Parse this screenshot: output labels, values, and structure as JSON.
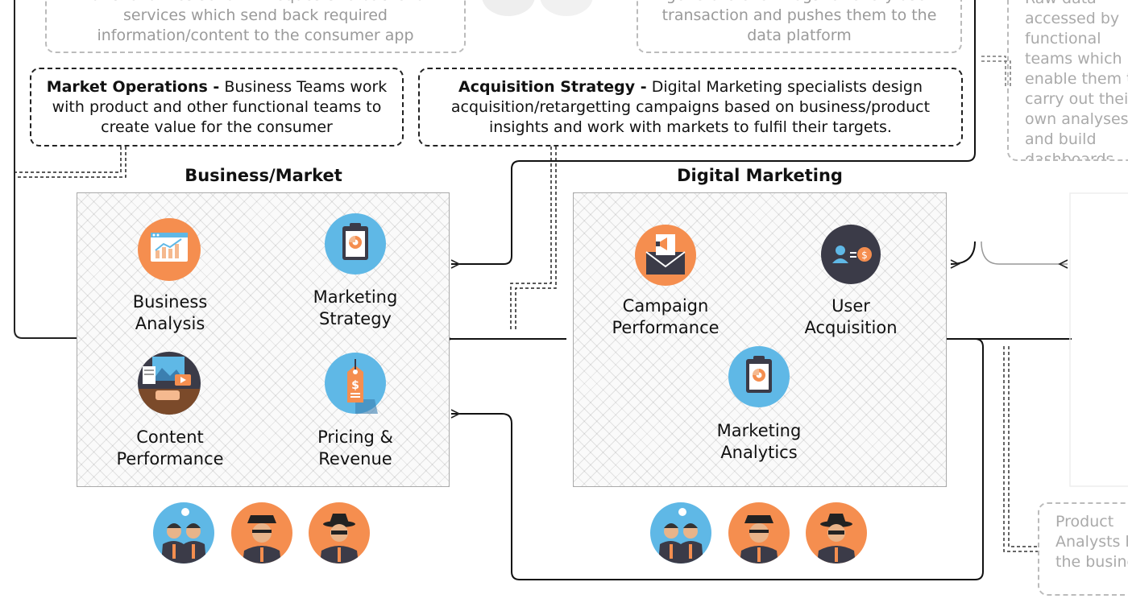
{
  "top_notes": {
    "left": "functionalities send API requests to backend services which send back required information/content to the consumer app",
    "middle": "generate event logs for every user transaction and pushes them to the data platform",
    "right": "Raw data accessed by functional teams which enable them to carry out their own analyses and build dashboards"
  },
  "market_ops": {
    "bold": "Market Operations -",
    "text": " Business Teams work with product and other functional teams to create value for the consumer"
  },
  "acq_strategy": {
    "bold": "Acquisition Strategy -",
    "text": " Digital Marketing specialists design acquisition/retargetting campaigns based on business/product insights and work with markets to fulfil their targets."
  },
  "business": {
    "title": "Business/Market",
    "items": [
      {
        "label_1": "Business",
        "label_2": "Analysis",
        "icon": "analytics-chart-icon"
      },
      {
        "label_1": "Marketing",
        "label_2": "Strategy",
        "icon": "clipboard-pie-icon"
      },
      {
        "label_1": "Content",
        "label_2": "Performance",
        "icon": "media-content-icon"
      },
      {
        "label_1": "Pricing &",
        "label_2": "Revenue",
        "icon": "price-tag-icon"
      }
    ]
  },
  "digital": {
    "title": "Digital Marketing",
    "items": [
      {
        "label_1": "Campaign",
        "label_2": "Performance",
        "icon": "megaphone-envelope-icon"
      },
      {
        "label_1": "User",
        "label_2": "Acquisition",
        "icon": "user-coin-icon"
      },
      {
        "label_1": "Marketing",
        "label_2": "Analytics",
        "icon": "clipboard-pie-icon"
      }
    ]
  },
  "bottom_right_note": "Product Analysts help the business",
  "colors": {
    "orange": "#f58e4f",
    "blue": "#5fb8e6",
    "dark": "#3b3b48"
  }
}
